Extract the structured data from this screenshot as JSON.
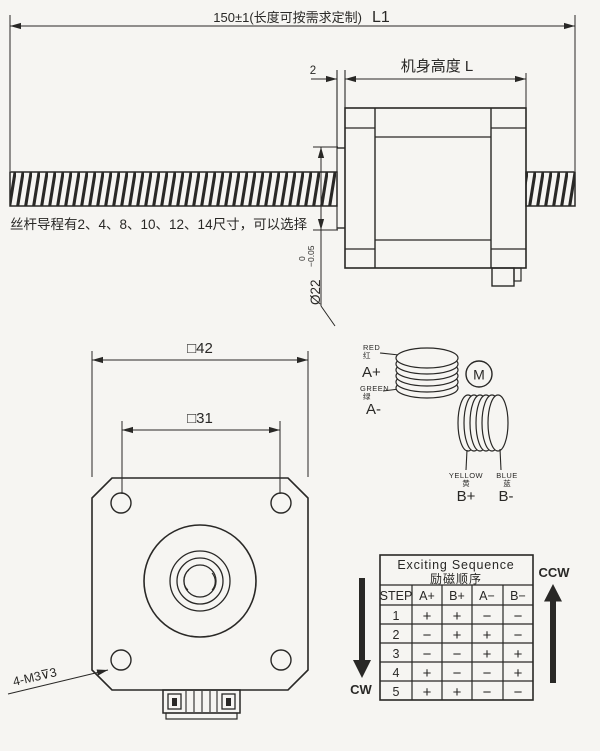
{
  "colors": {
    "ink": "#292826",
    "bg": "#f6f5f2"
  },
  "side_view": {
    "dim_overall": "150±1(长度可按需求定制)",
    "dim_overall_l1": "L1",
    "dim_boss_offset": "2",
    "dim_body_height": "机身高度 L",
    "shaft_dia": "Ø22",
    "shaft_tol_hi": "0",
    "shaft_tol_lo": "−0.05",
    "lead_note": "丝杆导程有2、4、8、10、12、14尺寸，可以选择"
  },
  "front_view": {
    "dim_face": "□42",
    "dim_holes": "□31",
    "tapped_holes": "4-M3⊽3"
  },
  "wiring": {
    "a_plus_color_en": "RED",
    "a_plus_color_cn": "红",
    "a_plus": "A+",
    "a_minus_color_en": "GREEN",
    "a_minus_color_cn": "绿",
    "a_minus": "A-",
    "b_plus_color_en": "YELLOW",
    "b_plus_color_cn": "黄",
    "b_plus": "B+",
    "b_minus_color_en": "BLUE",
    "b_minus_color_cn": "蓝",
    "b_minus": "B-",
    "motor_symbol": "M"
  },
  "sequence": {
    "title_en": "Exciting Sequence",
    "title_cn": "励磁顺序",
    "headers": [
      "STEP",
      "A+",
      "B+",
      "A−",
      "B−"
    ],
    "rows": [
      {
        "step": "1",
        "v": [
          "+",
          "+",
          "−",
          "−"
        ]
      },
      {
        "step": "2",
        "v": [
          "−",
          "+",
          "+",
          "−"
        ]
      },
      {
        "step": "3",
        "v": [
          "−",
          "−",
          "+",
          "+"
        ]
      },
      {
        "step": "4",
        "v": [
          "+",
          "−",
          "−",
          "+"
        ]
      },
      {
        "step": "5",
        "v": [
          "+",
          "+",
          "−",
          "−"
        ]
      }
    ],
    "cw": "CW",
    "ccw": "CCW"
  }
}
